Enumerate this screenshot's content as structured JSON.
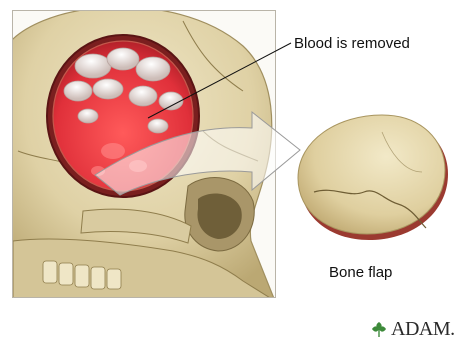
{
  "labels": {
    "blood_removed": "Blood is removed",
    "bone_flap": "Bone flap"
  },
  "logo": {
    "text": "ADAM.",
    "mark_icon": "leaf-logo-icon"
  },
  "colors": {
    "bone": "#e2d6b0",
    "bone_shadow": "#b9a877",
    "blood": "#e0303a",
    "brain": "#f3e8e6",
    "flap_edge": "#9b3a30"
  }
}
